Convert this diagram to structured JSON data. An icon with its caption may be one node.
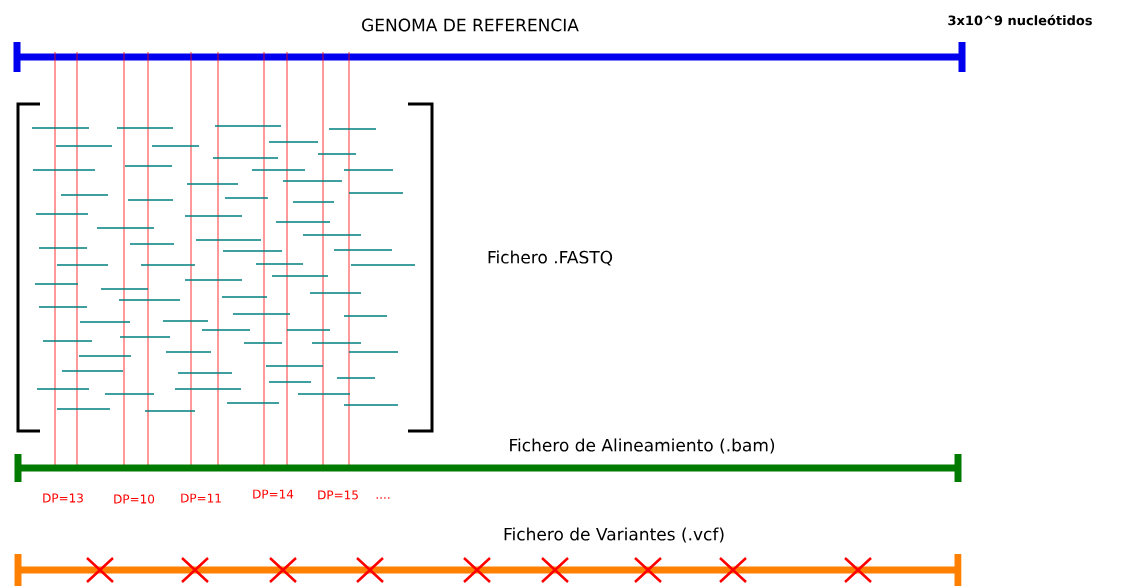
{
  "diagram": {
    "labels": [
      "GENOMA DE REFERENCIA",
      "3x10^9 nucleótidos",
      "Fichero .FASTQ",
      "Fichero de Alineamiento (.bam)",
      "DP=13",
      "DP=10",
      "DP=11",
      "DP=14",
      "DP=15",
      "....",
      "Fichero de Variantes (.vcf)"
    ]
  }
}
